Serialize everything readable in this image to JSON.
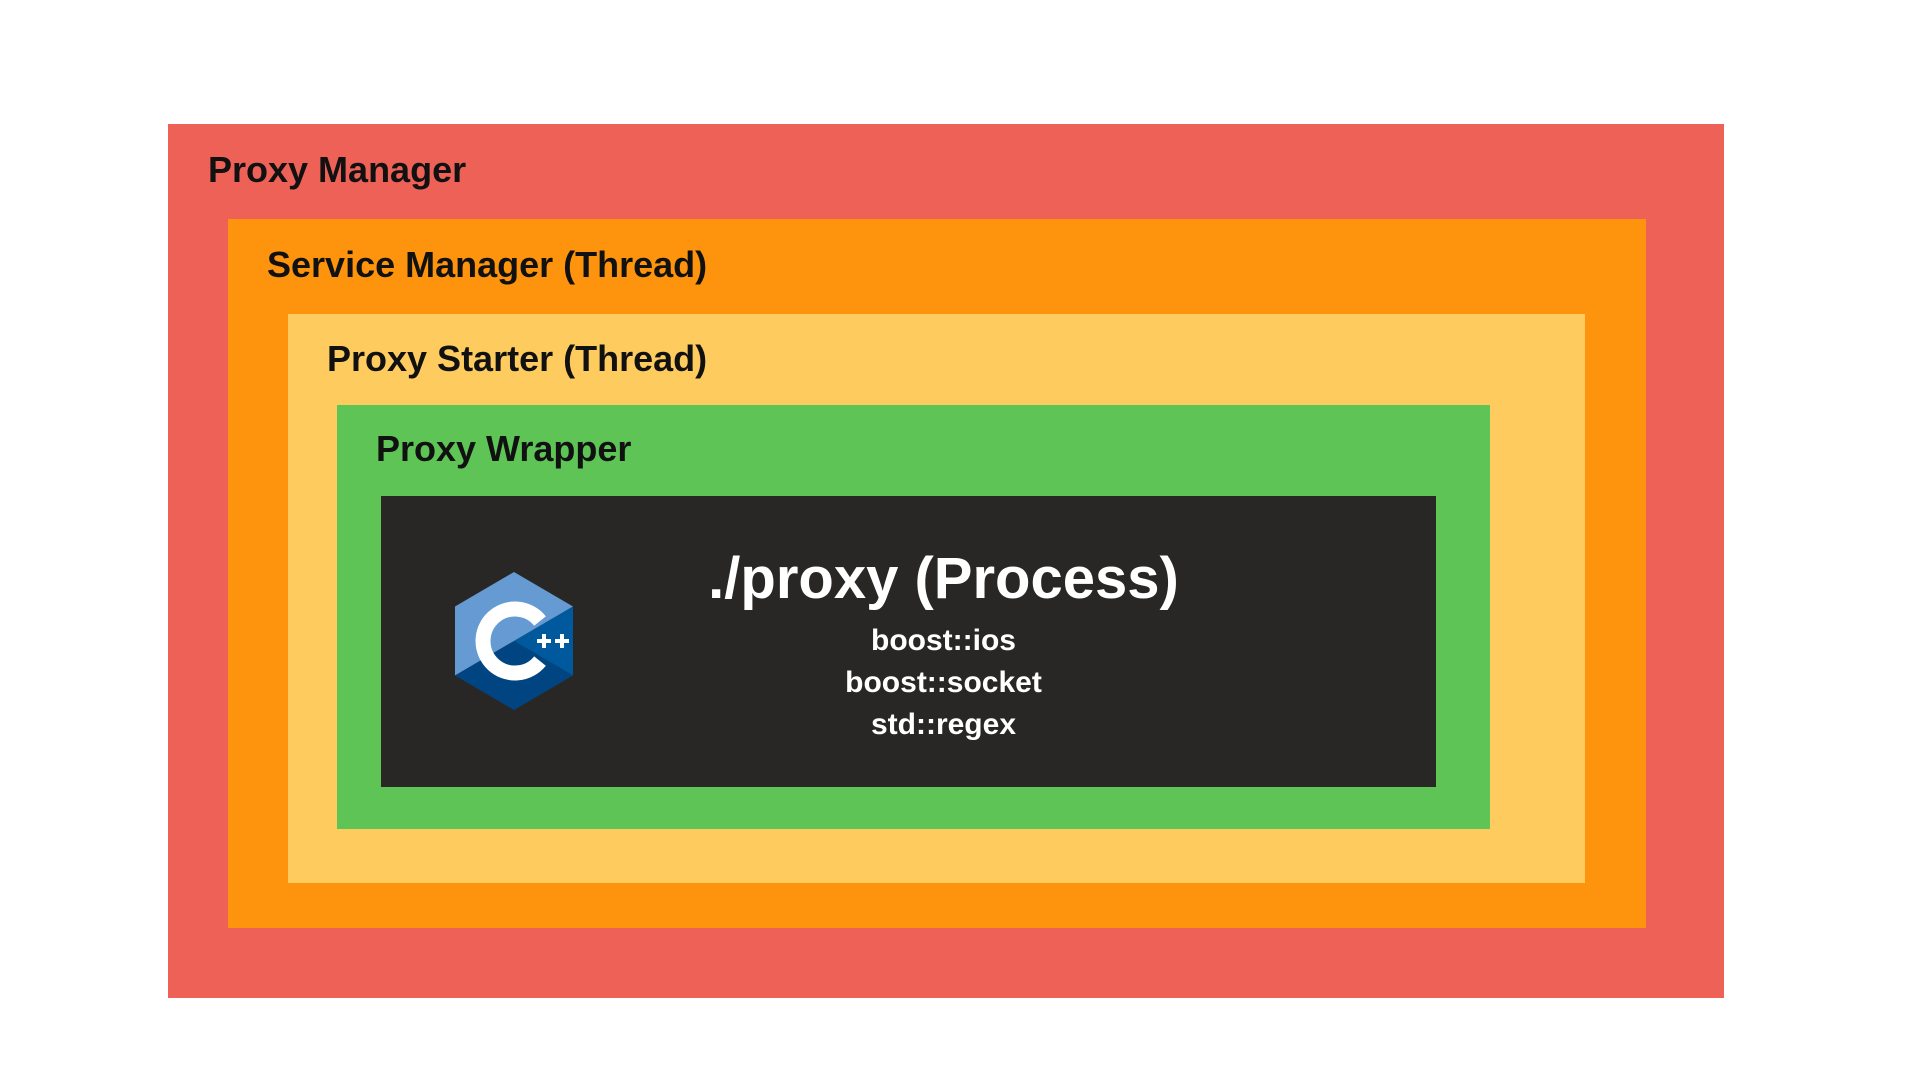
{
  "colors": {
    "proxy_manager": "#ee6157",
    "service_manager": "#fe940d",
    "proxy_starter": "#fecb5f",
    "proxy_wrapper": "#5dc455",
    "process": "#282726",
    "cpp_logo_light": "#659ad2",
    "cpp_logo_mid": "#00599c",
    "cpp_logo_dark": "#004482"
  },
  "icons": {
    "cpp_logo": "cpp-logo-icon"
  },
  "layers": {
    "proxy_manager": {
      "label": "Proxy Manager"
    },
    "service_manager": {
      "label": "Service Manager (Thread)"
    },
    "proxy_starter": {
      "label": "Proxy Starter (Thread)"
    },
    "proxy_wrapper": {
      "label": "Proxy Wrapper"
    },
    "process": {
      "title": "./proxy (Process)",
      "libraries": [
        "boost::ios",
        "boost::socket",
        "std::regex"
      ]
    }
  }
}
